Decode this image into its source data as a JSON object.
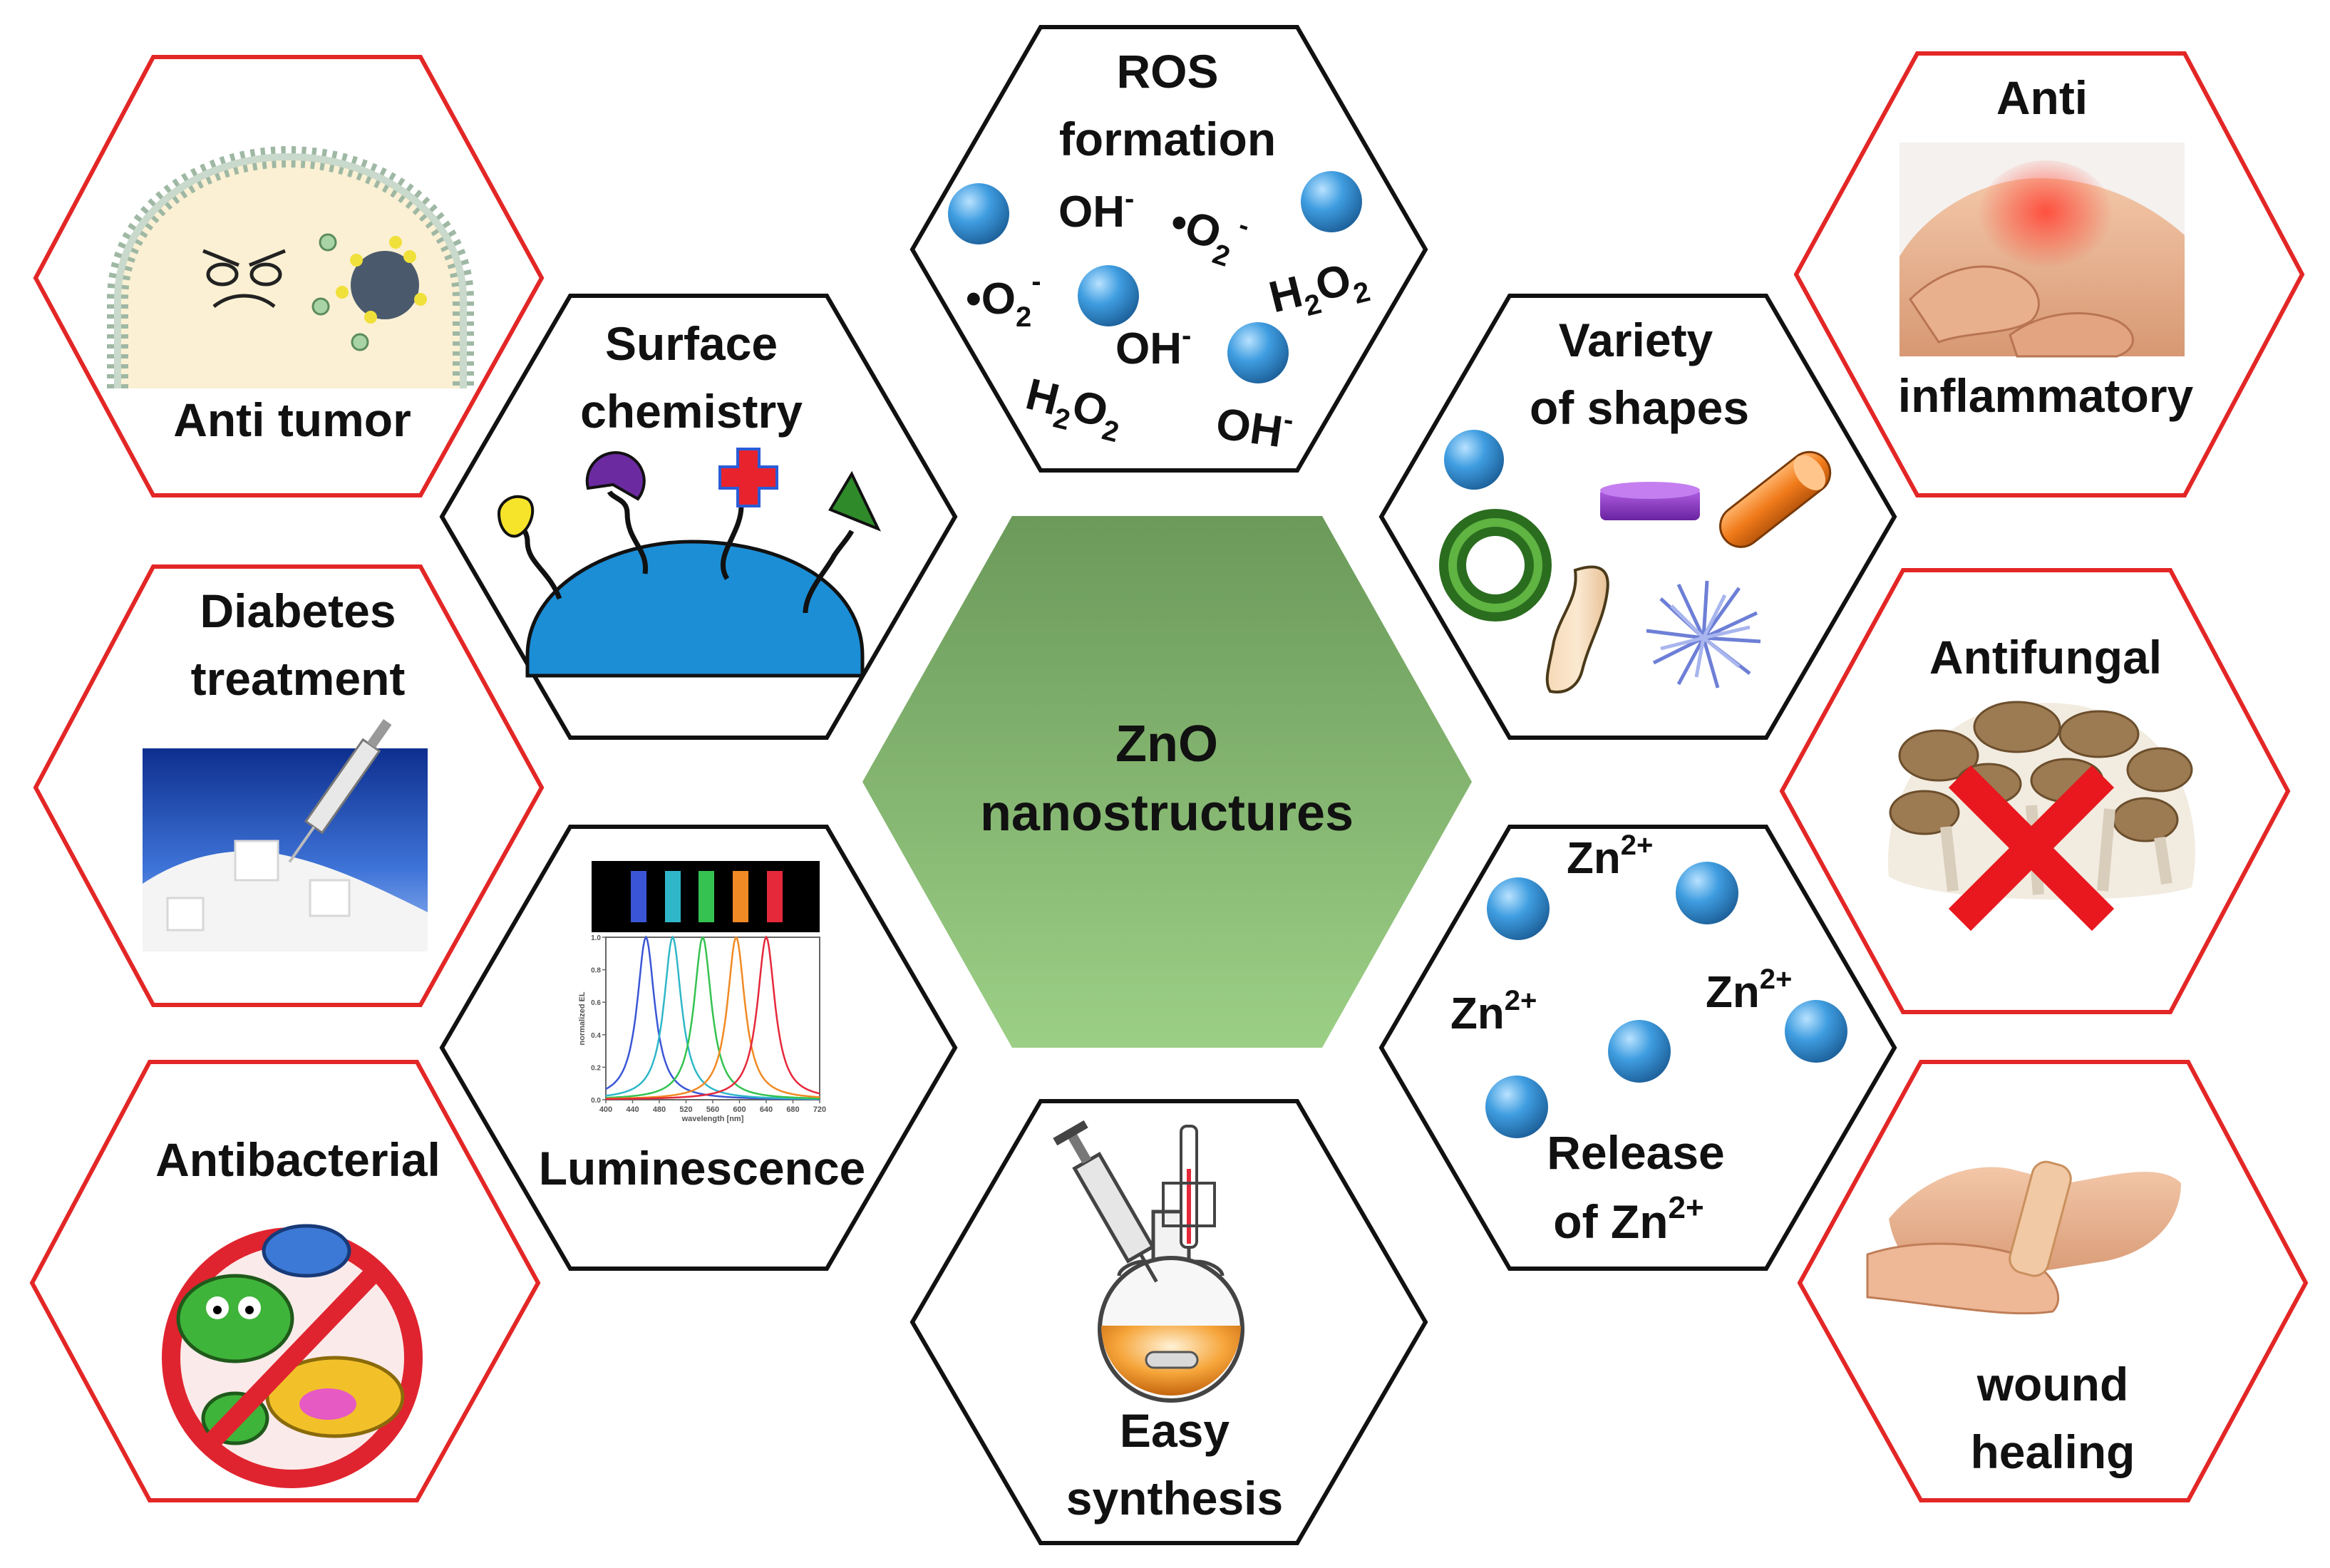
{
  "colors": {
    "property_border": "#111111",
    "application_border": "#e32626",
    "center_fill_top": "#6b9a5a",
    "center_fill_bottom": "#9ccf86",
    "particle": "#2f86cc"
  },
  "center": {
    "line1": "ZnO",
    "line2": "nanostructures"
  },
  "properties": {
    "ros": {
      "line1": "ROS",
      "line2": "formation"
    },
    "surface": {
      "line1": "Surface",
      "line2": "chemistry"
    },
    "shapes": {
      "line1": "Variety",
      "line2": "of shapes"
    },
    "luminescence": {
      "line1": "Luminescence"
    },
    "release": {
      "line1": "Release",
      "line2": "of Zn"
    },
    "synthesis": {
      "line1": "Easy",
      "line2": "synthesis"
    }
  },
  "applications": {
    "anti_tumor": {
      "line1": "Anti tumor"
    },
    "diabetes": {
      "line1": "Diabetes",
      "line2": "treatment"
    },
    "antibacterial": {
      "line1": "Antibacterial"
    },
    "anti_inflammatory": {
      "line1": "Anti",
      "line2": "inflammatory"
    },
    "antifungal": {
      "line1": "Antifungal"
    },
    "wound_healing": {
      "line1": "wound",
      "line2": "healing"
    }
  },
  "species": {
    "oh": "OH",
    "o2": "O",
    "h2o2_h": "H",
    "h2o2_o": "O",
    "sub2": "2",
    "minus": "-",
    "dot": "•",
    "zn": "Zn",
    "zn_charge": "2+"
  },
  "luminescence_chart": {
    "x_ticks": [
      "400",
      "440",
      "480",
      "520",
      "560",
      "600",
      "640",
      "680",
      "720"
    ],
    "y_ticks": [
      "0.0",
      "0.2",
      "0.4",
      "0.6",
      "0.8",
      "1.0"
    ],
    "xlabel": "wavelength [nm]",
    "ylabel": "normalized EL",
    "peaks": [
      {
        "center": 460,
        "color": "#3a56d6"
      },
      {
        "center": 500,
        "color": "#2fb7c9"
      },
      {
        "center": 545,
        "color": "#35c250"
      },
      {
        "center": 595,
        "color": "#f08a24"
      },
      {
        "center": 640,
        "color": "#e5283a"
      }
    ]
  },
  "icons": [
    "cell-membrane-icon",
    "tumor-face-icon",
    "sugar-syringe-icon",
    "bacteria-icon",
    "knee-pain-icon",
    "mushroom-icon",
    "red-cross-icon",
    "bandage-icon",
    "ligand-icon",
    "nanoparticle-icon",
    "nanoring-icon",
    "nanorod-icon",
    "nanobelt-icon",
    "nanodisk-icon",
    "nanoflower-icon",
    "flask-icon",
    "syringe-icon"
  ]
}
